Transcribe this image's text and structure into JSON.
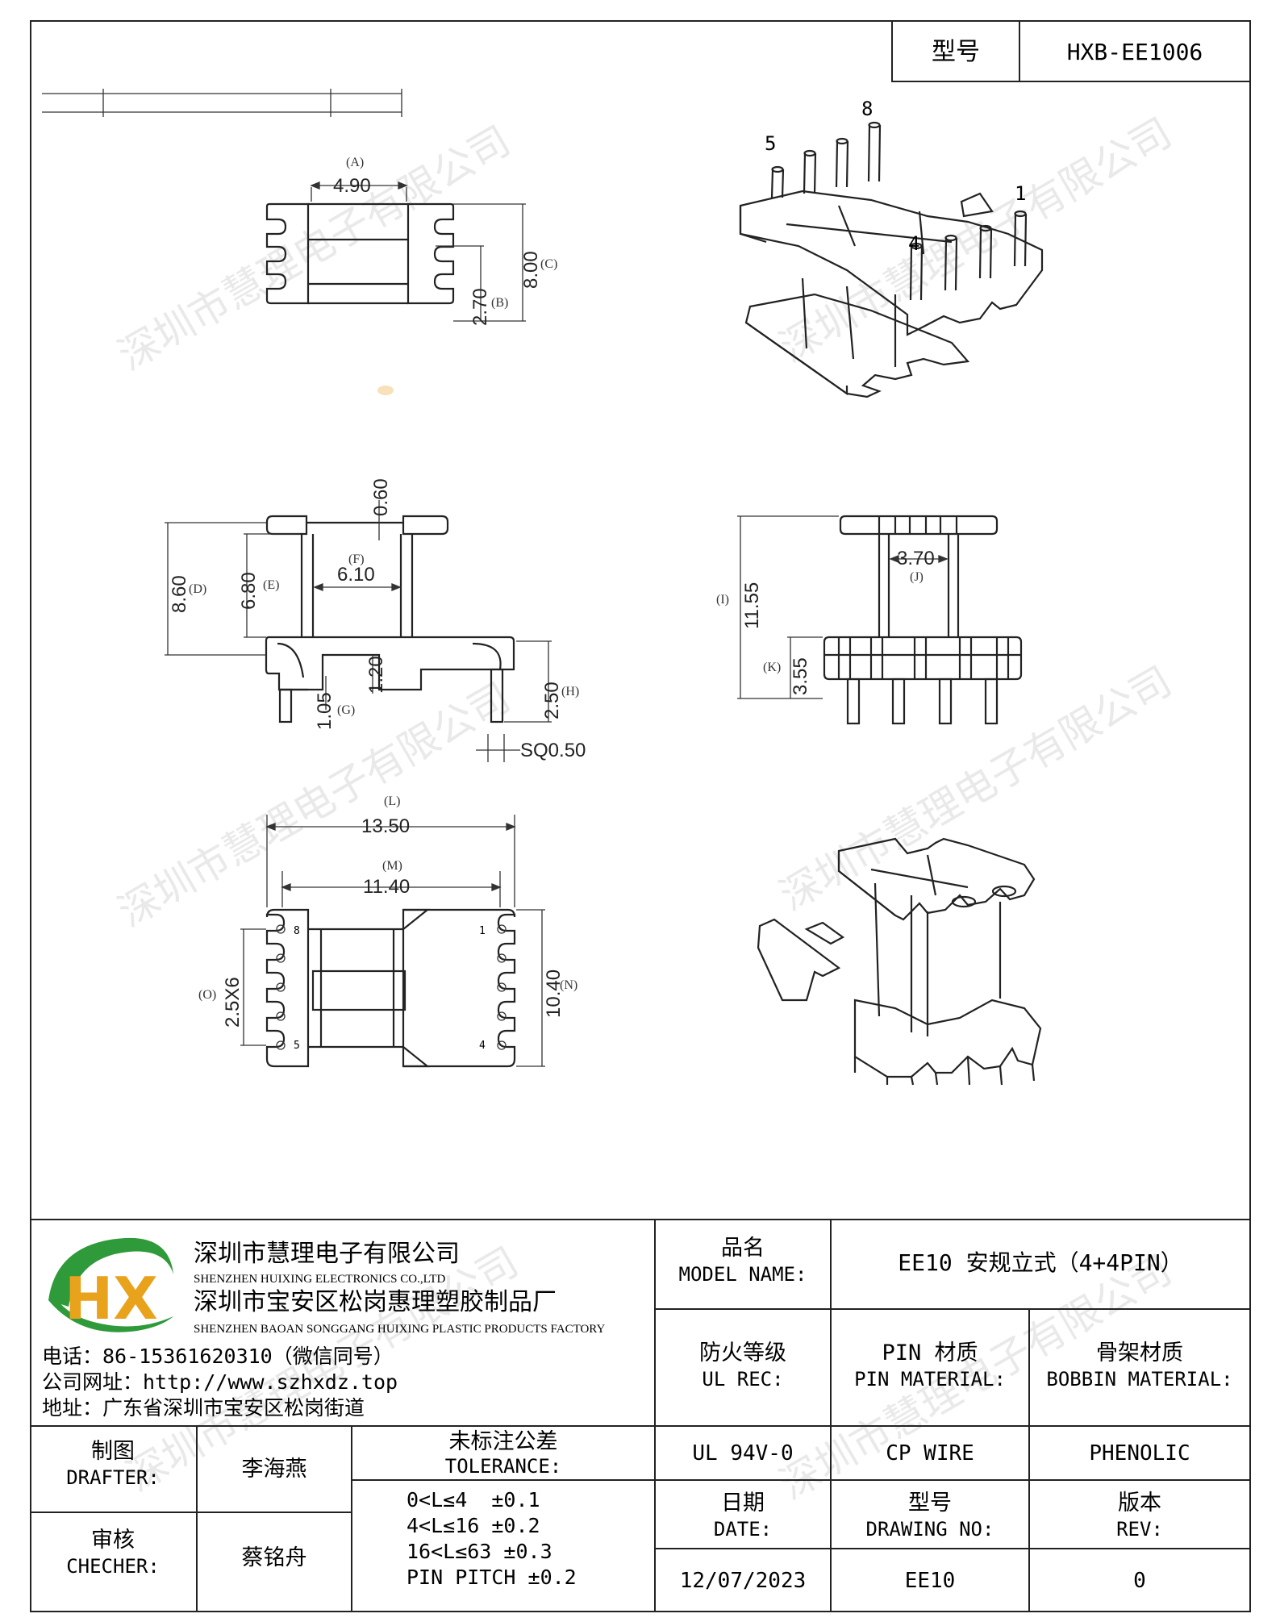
{
  "header": {
    "model_label": "型号",
    "model_value": "HXB-EE1006"
  },
  "watermark": "深圳市慧理电子有限公司",
  "dimensions": {
    "A": {
      "letter": "(A)",
      "value": "4.90"
    },
    "B": {
      "letter": "(B)",
      "value": "2.70"
    },
    "C": {
      "letter": "(C)",
      "value": "8.00"
    },
    "D": {
      "letter": "(D)",
      "value": "8.60"
    },
    "E": {
      "letter": "(E)",
      "value": "6.80"
    },
    "F": {
      "letter": "(F)",
      "value": "6.10"
    },
    "G": {
      "letter": "(G)",
      "value": "1.05"
    },
    "H": {
      "letter": "(H)",
      "value": "2.50"
    },
    "I": {
      "letter": "(I)",
      "value": "11.55"
    },
    "J": {
      "letter": "(J)",
      "value": "3.70"
    },
    "K": {
      "letter": "(K)",
      "value": "3.55"
    },
    "L": {
      "letter": "(L)",
      "value": "13.50"
    },
    "M": {
      "letter": "(M)",
      "value": "11.40"
    },
    "N": {
      "letter": "(N)",
      "value": "10.40"
    },
    "O": {
      "letter": "(O)",
      "value": "2.5X6"
    },
    "flange": "0.60",
    "step": "1.20",
    "pin_sq": "SQ0.50"
  },
  "pin_numbers": {
    "p1": "1",
    "p4": "4",
    "p5": "5",
    "p8": "8"
  },
  "company": {
    "name_cn": "深圳市慧理电子有限公司",
    "name_en": "SHENZHEN HUIXING ELECTRONICS CO.,LTD",
    "factory_cn": "深圳市宝安区松岗惠理塑胶制品厂",
    "factory_en": "SHENZHEN BAOAN SONGGANG HUIXING PLASTIC PRODUCTS FACTORY",
    "phone": "电话：86-15361620310（微信同号）",
    "website": "公司网址：http://www.szhxdz.top",
    "address": "地址：广东省深圳市宝安区松岗街道",
    "logo_letters": "HX"
  },
  "titleblock": {
    "model_name_cn": "品名",
    "model_name_en": "MODEL NAME:",
    "model_name_value": "EE10 安规立式（4+4PIN）",
    "ul_cn": "防火等级",
    "ul_en": "UL REC:",
    "pin_mat_cn": "PIN 材质",
    "pin_mat_en": "PIN MATERIAL:",
    "bobbin_mat_cn": "骨架材质",
    "bobbin_mat_en": "BOBBIN MATERIAL:",
    "ul_value": "UL 94V-0",
    "pin_value": "CP WIRE",
    "bobbin_value": "PHENOLIC",
    "drafter_cn": "制图",
    "drafter_en": "DRAFTER:",
    "drafter_name": "李海燕",
    "checker_cn": "审核",
    "checker_en": "CHECHER:",
    "checker_name": "蔡铭舟",
    "tolerance_cn": "未标注公差",
    "tolerance_en": "TOLERANCE:",
    "tolerance_lines": [
      "0<L≤4  ±0.1",
      "4<L≤16 ±0.2",
      "16<L≤63 ±0.3",
      "PIN PITCH ±0.2"
    ],
    "date_cn": "日期",
    "date_en": "DATE:",
    "drawing_cn": "型号",
    "drawing_en": "DRAWING NO:",
    "rev_cn": "版本",
    "rev_en": "REV:",
    "date_value": "12/07/2023",
    "drawing_value": "EE10",
    "rev_value": "0"
  }
}
